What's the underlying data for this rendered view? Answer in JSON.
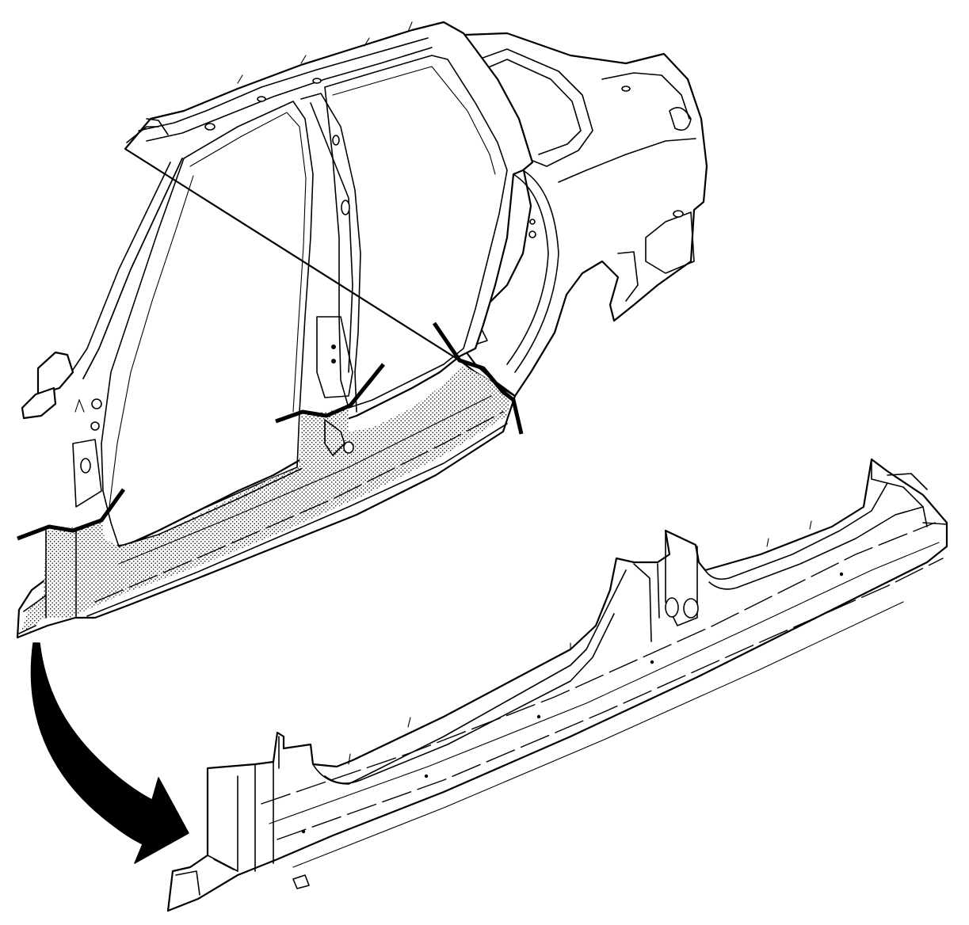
{
  "figure": {
    "upper_assembly": "body-side-frame-with-rocker",
    "lower_part": "rocker-panel-service-section",
    "shaded_region": "rocker-panel-replacement-area",
    "cut_lines": [
      "front-pillar-cut",
      "center-pillar-cut",
      "rear-pillar-cut"
    ],
    "arrow": "removal-direction-arrow",
    "colors": {
      "line": "#000000",
      "background": "#ffffff"
    }
  }
}
